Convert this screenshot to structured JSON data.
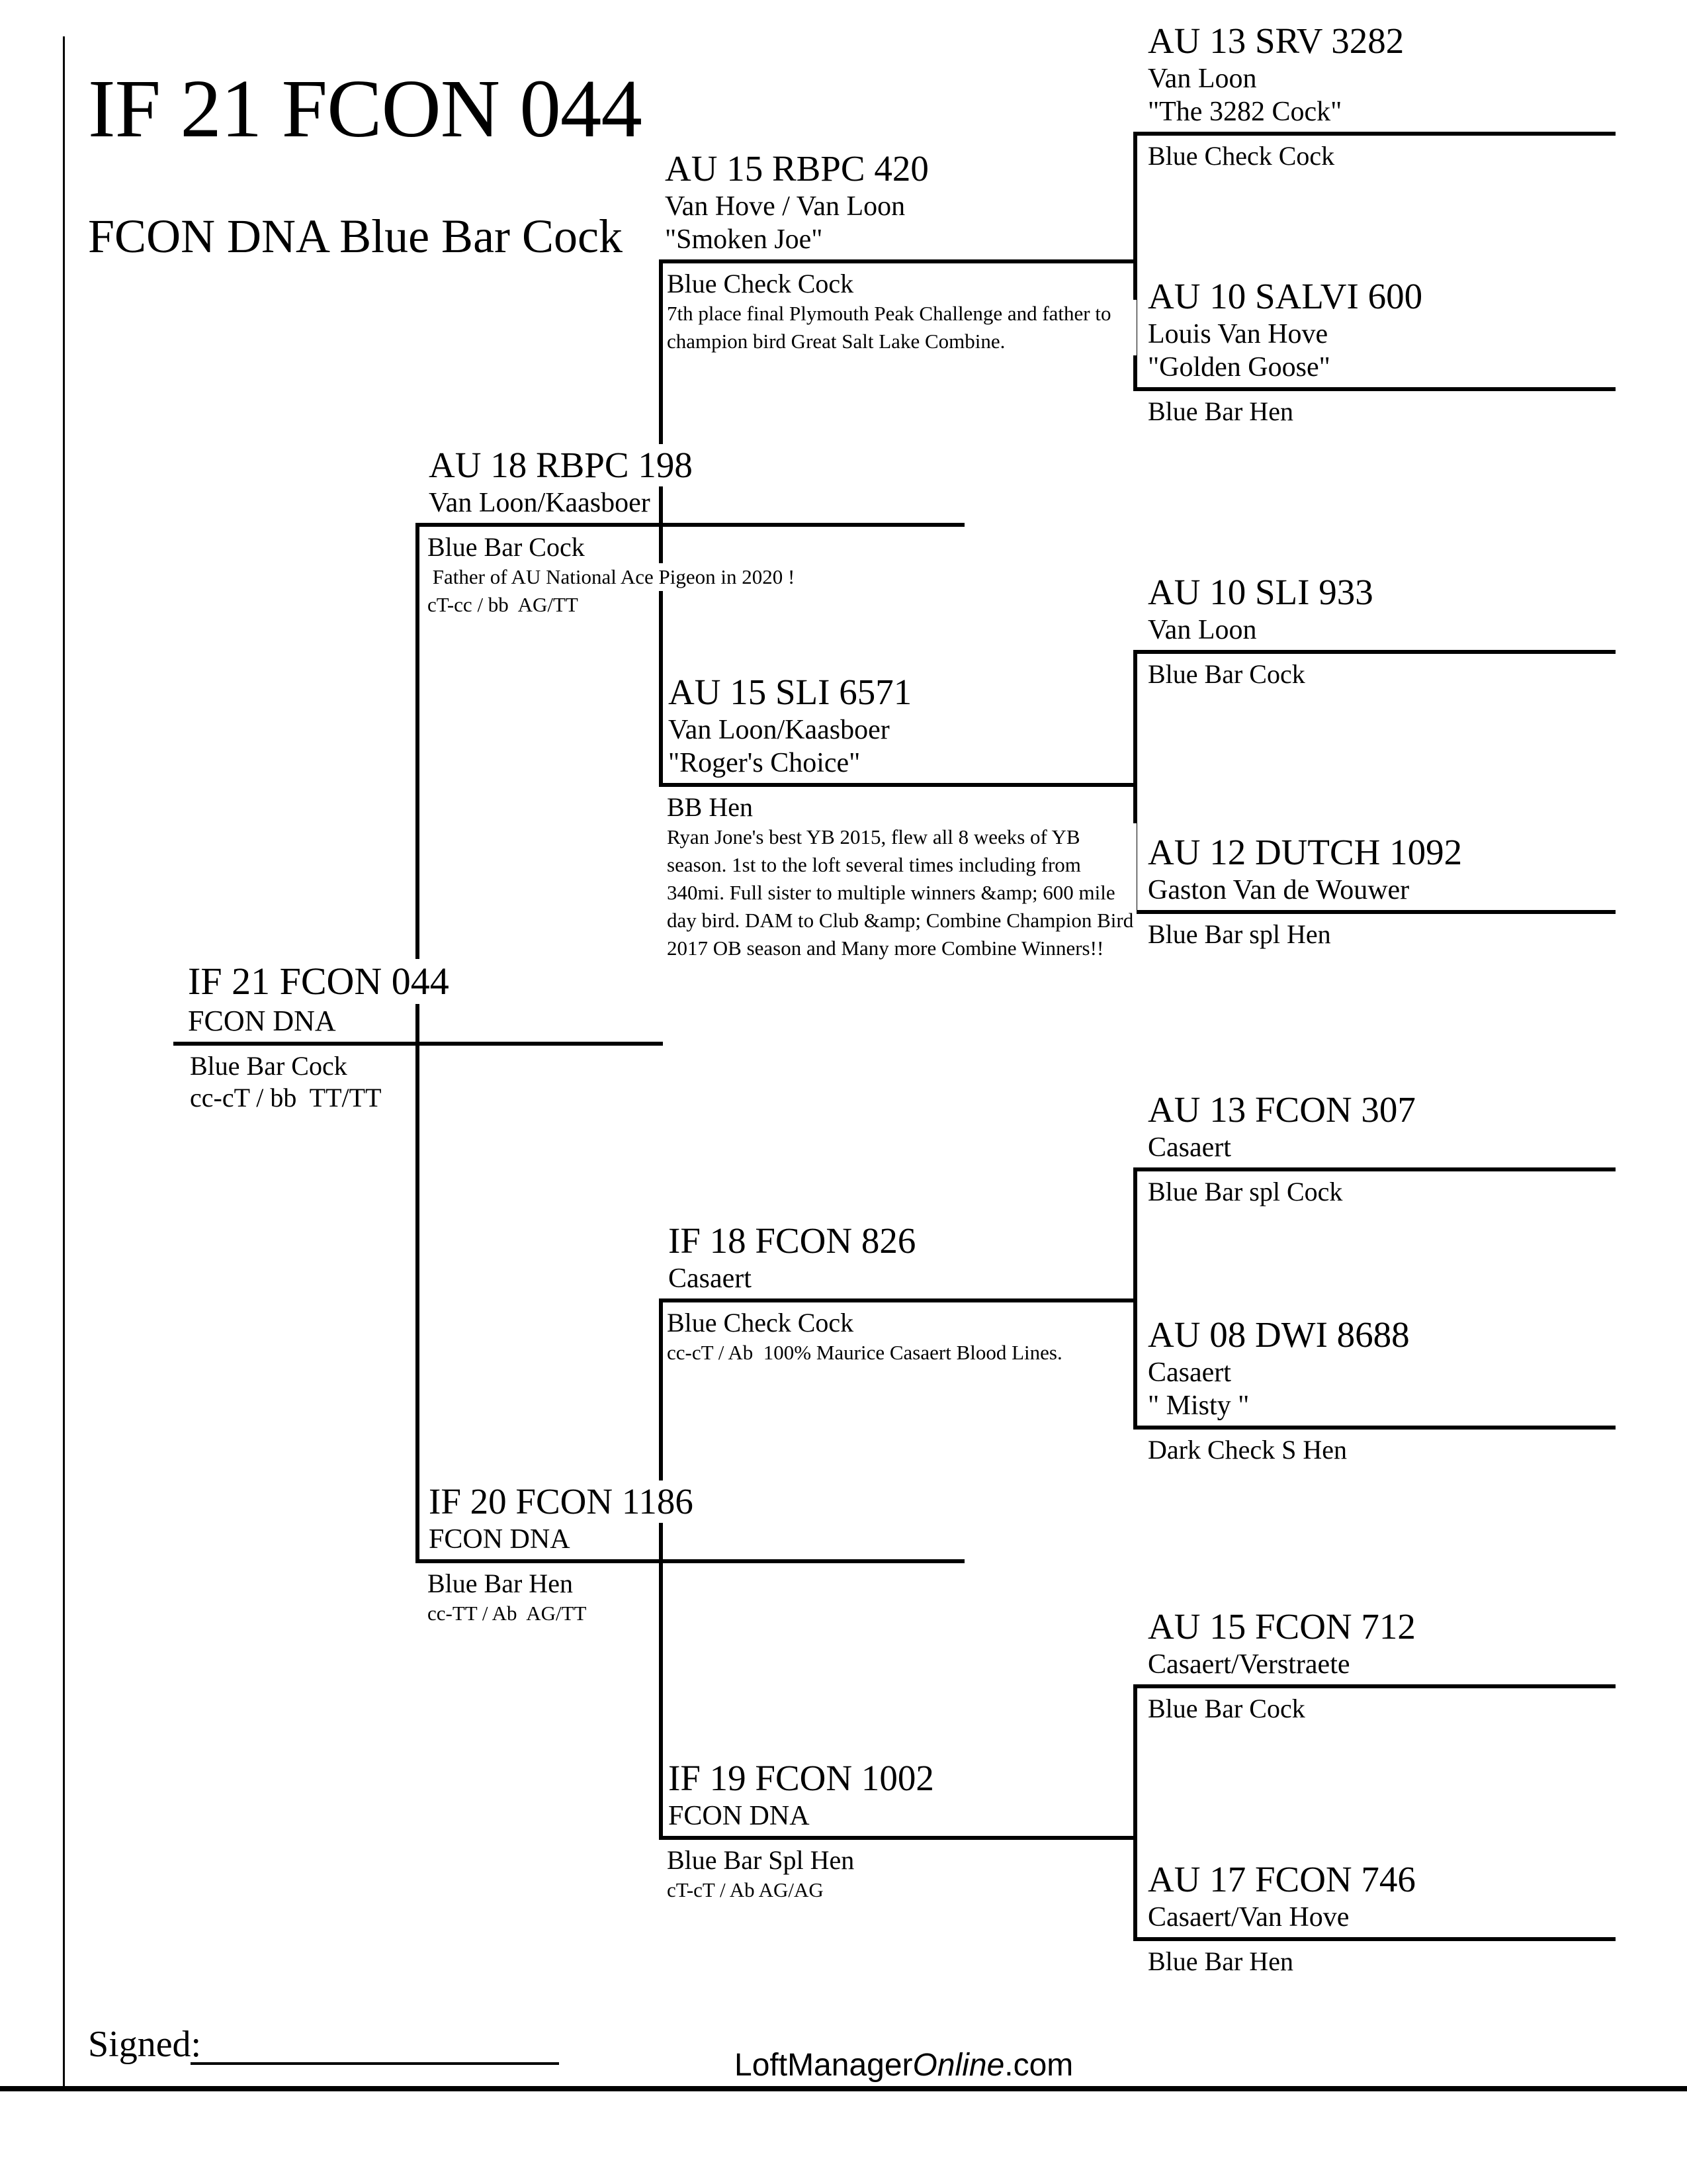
{
  "colors": {
    "ink": "#000000",
    "paper": "#ffffff"
  },
  "header": {
    "title": "IF 21 FCON 044",
    "subtitle": "FCON DNA Blue Bar Cock"
  },
  "birds": {
    "subject": {
      "band": "IF 21 FCON 044",
      "strain": "FCON DNA",
      "color": "Blue Bar Cock",
      "genetics": "cc-cT / bb  TT/TT"
    },
    "s": {
      "band": "AU 18 RBPC 198",
      "strain": "Van Loon/Kaasboer",
      "color": "Blue Bar Cock",
      "comment": " Father of AU National Ace Pigeon in 2020 !",
      "genetics": "cT-cc / bb  AG/TT"
    },
    "d": {
      "band": "IF 20 FCON 1186",
      "strain": "FCON DNA",
      "color": "Blue Bar Hen",
      "genetics": "cc-TT / Ab  AG/TT"
    },
    "ss": {
      "band": "AU 15 RBPC 420",
      "strain": "Van Hove / Van Loon",
      "nick": "\"Smoken Joe\"",
      "color": "Blue Check Cock",
      "comment": "7th place final Plymouth Peak Challenge and father to champion bird Great Salt Lake Combine."
    },
    "sd": {
      "band": "AU 15 SLI 6571",
      "strain": "Van Loon/Kaasboer",
      "nick": "\"Roger's Choice\"",
      "color": "BB Hen",
      "comment": "Ryan Jone's best YB 2015, flew all 8 weeks of YB season. 1st to the loft several times including from 340mi. Full sister to multiple winners &amp; 600 mile day bird. DAM to Club &amp; Combine Champion Bird 2017 OB season and Many more Combine Winners!!"
    },
    "ds": {
      "band": "IF 18 FCON 826",
      "strain": "Casaert",
      "color": "Blue Check Cock",
      "comment": "cc-cT / Ab  100% Maurice Casaert Blood Lines."
    },
    "dd": {
      "band": "IF 19 FCON 1002",
      "strain": "FCON DNA",
      "color": "Blue Bar Spl Hen",
      "genetics": "cT-cT / Ab AG/AG"
    },
    "sss": {
      "band": "AU 13 SRV 3282",
      "strain": "Van Loon",
      "nick": "\"The 3282 Cock\"",
      "color": "Blue Check Cock"
    },
    "ssd": {
      "band": "AU 10 SALVI 600",
      "strain": "Louis Van Hove",
      "nick": "\"Golden Goose\"",
      "color": "Blue Bar Hen"
    },
    "sds": {
      "band": "AU 10 SLI 933",
      "strain": "Van Loon",
      "color": "Blue Bar Cock"
    },
    "sdd": {
      "band": "AU 12 DUTCH 1092",
      "strain": "Gaston Van de Wouwer",
      "color": "Blue Bar spl Hen"
    },
    "dss": {
      "band": "AU 13 FCON 307",
      "strain": "Casaert",
      "color": "Blue Bar spl Cock"
    },
    "dsd": {
      "band": "AU 08 DWI 8688",
      "strain": "Casaert",
      "nick": "\" Misty \"",
      "color": "Dark Check S Hen"
    },
    "dds": {
      "band": "AU 15 FCON 712",
      "strain": "Casaert/Verstraete",
      "color": "Blue Bar Cock"
    },
    "ddd": {
      "band": "AU 17 FCON 746",
      "strain": "Casaert/Van Hove",
      "color": "Blue Bar Hen"
    }
  },
  "footer": {
    "signed_label": "Signed:",
    "brand_prefix": "LoftManager",
    "brand_italic": "Online",
    "brand_suffix": ".com"
  }
}
